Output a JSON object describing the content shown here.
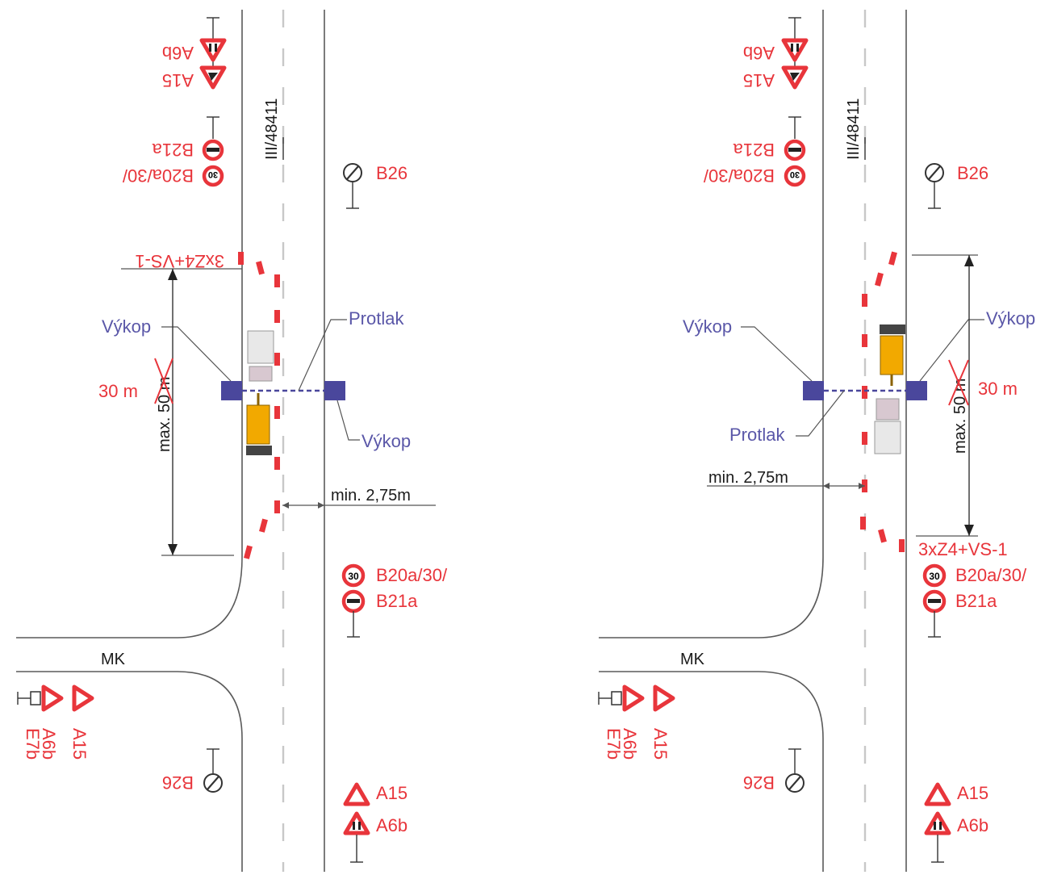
{
  "panels": [
    {
      "id": "left",
      "road_label": "III/48411",
      "side_road_label": "MK",
      "signs": {
        "top_pair": [
          "A6b",
          "A15"
        ],
        "top_round_1": "B21a",
        "top_round_2": "B20a/30/",
        "b26_upper": "B26",
        "barrier_set_top": "3xZ4+VS-1",
        "bottom_round_1": "B20a/30/",
        "bottom_round_2": "B21a",
        "side_a": "A6b",
        "side_e": "E7b",
        "side_b": "A15",
        "b26_lower": "B26",
        "bottom_tri_1": "A15",
        "bottom_tri_2": "A6b"
      },
      "excavation_left": "Výkop",
      "excavation_right": "Výkop",
      "boring": "Protlak",
      "distance_new": "30 m",
      "distance_old": "max. 50 m",
      "lane_width": "min. 2,75m",
      "speed_value": "30"
    },
    {
      "id": "right",
      "road_label": "III/48411",
      "side_road_label": "MK",
      "signs": {
        "top_pair": [
          "A6b",
          "A15"
        ],
        "top_round_1": "B21a",
        "top_round_2": "B20a/30/",
        "b26_upper": "B26",
        "barrier_set_bottom": "3xZ4+VS-1",
        "bottom_round_1": "B20a/30/",
        "bottom_round_2": "B21a",
        "side_a": "A6b",
        "side_e": "E7b",
        "side_b": "A15",
        "b26_lower": "B26",
        "bottom_tri_1": "A15",
        "bottom_tri_2": "A6b"
      },
      "excavation_left": "Výkop",
      "excavation_right": "Výkop",
      "boring": "Protlak",
      "distance_new": "30 m",
      "distance_old": "max. 50 m",
      "lane_width": "min. 2,75m",
      "speed_value": "30"
    }
  ],
  "colors": {
    "sign_red": "#e8353b",
    "excavation_blue": "#4a479c",
    "label_blue": "#5a57a8",
    "machine_yellow": "#f2a900"
  }
}
